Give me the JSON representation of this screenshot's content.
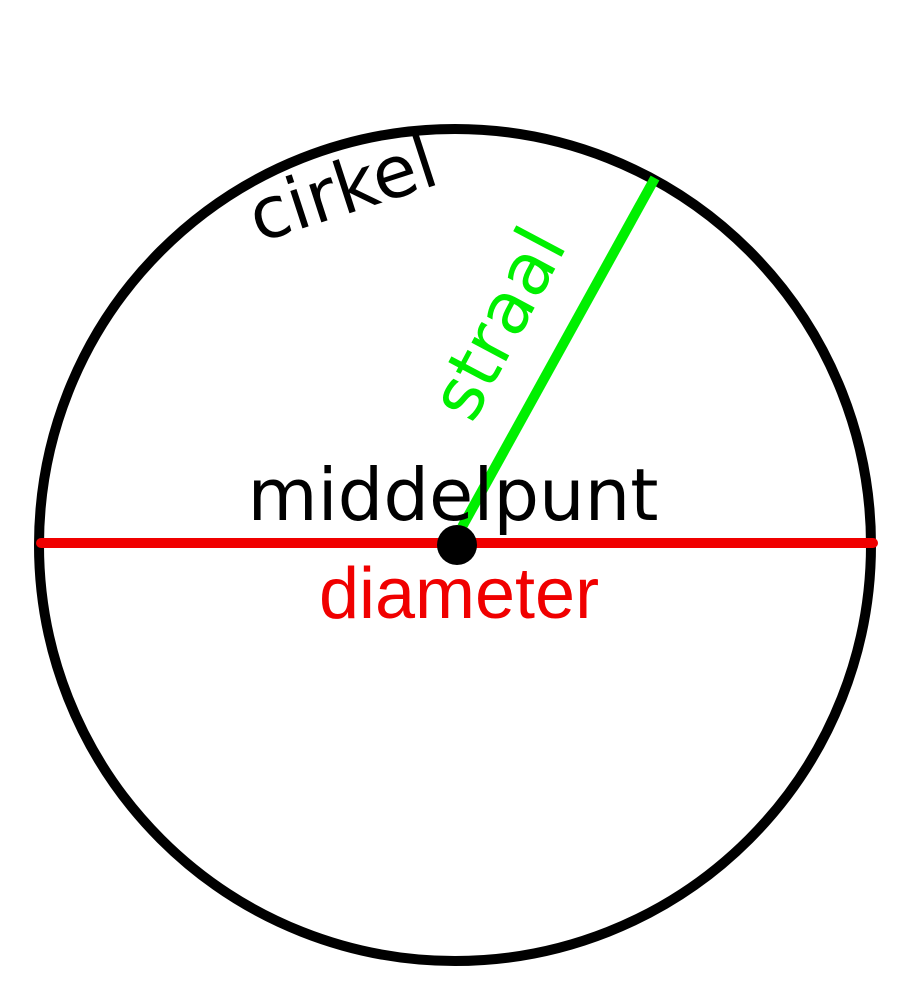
{
  "labels": {
    "circle": "cirkel",
    "radius": "straal",
    "center": "middelpunt",
    "diameter": "diameter"
  },
  "colors": {
    "circle": "#000000",
    "radius": "#00f000",
    "diameter": "#f00000",
    "center": "#000000",
    "background": "#ffffff"
  }
}
